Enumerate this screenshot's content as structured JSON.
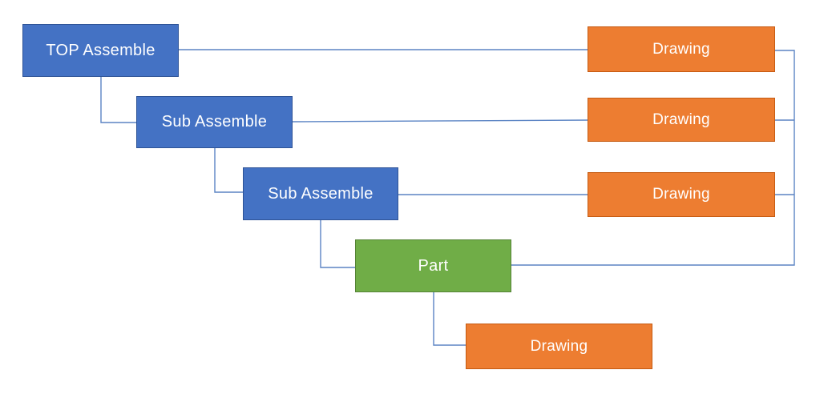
{
  "diagram": {
    "background_color": "#FFFFFF",
    "colors": {
      "assembly_fill": "#4472C4",
      "assembly_border": "#2E5396",
      "part_fill": "#70AD47",
      "part_border": "#548235",
      "drawing_fill": "#ED7D31",
      "drawing_border": "#C55A11",
      "connector": "#5B84C4",
      "text": "#FFFFFF"
    },
    "nodes": [
      {
        "id": "top-assemble",
        "label": "TOP Assemble",
        "type": "assembly"
      },
      {
        "id": "sub-assemble-1",
        "label": "Sub Assemble",
        "type": "assembly"
      },
      {
        "id": "sub-assemble-2",
        "label": "Sub Assemble",
        "type": "assembly"
      },
      {
        "id": "part",
        "label": "Part",
        "type": "part"
      },
      {
        "id": "drawing-1",
        "label": "Drawing",
        "type": "drawing"
      },
      {
        "id": "drawing-2",
        "label": "Drawing",
        "type": "drawing"
      },
      {
        "id": "drawing-3",
        "label": "Drawing",
        "type": "drawing"
      },
      {
        "id": "drawing-4",
        "label": "Drawing",
        "type": "drawing"
      }
    ],
    "edges": [
      {
        "from": "top-assemble",
        "to": "drawing-1"
      },
      {
        "from": "top-assemble",
        "to": "sub-assemble-1"
      },
      {
        "from": "sub-assemble-1",
        "to": "drawing-2"
      },
      {
        "from": "sub-assemble-1",
        "to": "sub-assemble-2"
      },
      {
        "from": "sub-assemble-2",
        "to": "drawing-3"
      },
      {
        "from": "sub-assemble-2",
        "to": "part"
      },
      {
        "from": "part",
        "to": "drawing-1",
        "via": "right-side-bus"
      },
      {
        "from": "part",
        "to": "drawing-2",
        "via": "right-side-bus"
      },
      {
        "from": "part",
        "to": "drawing-3",
        "via": "right-side-bus"
      },
      {
        "from": "part",
        "to": "drawing-4"
      }
    ]
  }
}
